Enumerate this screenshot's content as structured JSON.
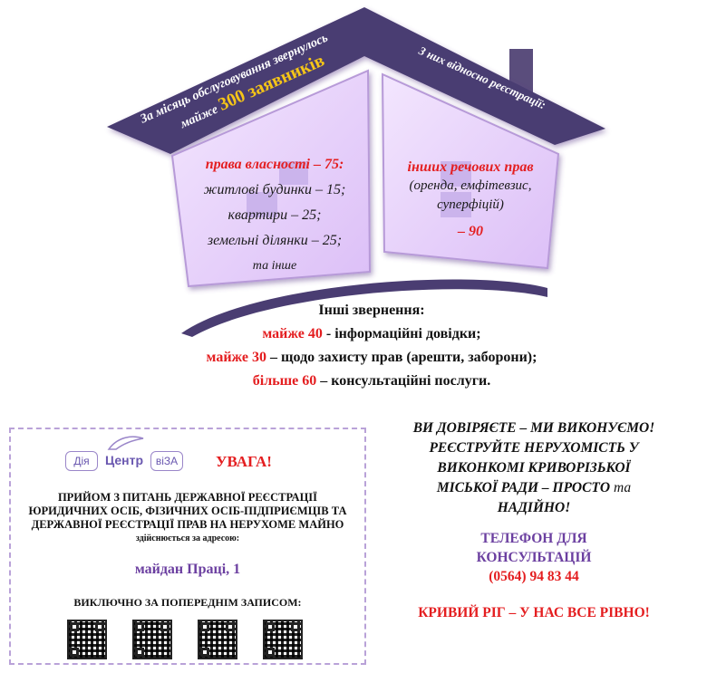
{
  "roof": {
    "left_line1": "За місяць обслуговування звернулось",
    "left_line2_prefix": "майже",
    "left_line2_highlight": "300 заявників",
    "right_text": "З них відносно реєстрації:"
  },
  "left_panel": {
    "heading": "права власності – 75:",
    "items": [
      "житлові будинки – 15;",
      "квартири – 25;",
      "земельні ділянки – 25;",
      "та інше"
    ]
  },
  "right_panel": {
    "heading": "інших речових прав",
    "detail_line1": "(оренда, емфітевзис,",
    "detail_line2": "суперфіцій)",
    "value": "– 90"
  },
  "other_requests": {
    "title": "Інші звернення:",
    "rows": [
      {
        "highlight": "майже 40",
        "text": " - інформаційні довідки;"
      },
      {
        "highlight": "майже 30",
        "text": " – щодо захисту прав (арешти, заборони);"
      },
      {
        "highlight": "більше 60",
        "text": " – консультаційні послуги."
      }
    ]
  },
  "notice": {
    "logo_diia": "Дія",
    "logo_center": "Центр",
    "logo_viza": "віЗА",
    "attention": "УВАГА!",
    "line1": "ПРИЙОМ З ПИТАНЬ ДЕРЖАВНОЇ РЕЄСТРАЦІЇ",
    "line2": "ЮРИДИЧНИХ ОСІБ, ФІЗИЧНИХ ОСІБ-ПІДПРИЄМЦІВ ТА",
    "line3": "ДЕРЖАВНОЇ РЕЄСТРАЦІЇ ПРАВ НА НЕРУХОМЕ МАЙНО",
    "line4": "здійснюється за адресою:",
    "address": "майдан Праці, 1",
    "appointment": "ВИКЛЮЧНО ЗА ПОПЕРЕДНІМ ЗАПИСОМ:"
  },
  "slogan": {
    "line1": "ВИ ДОВІРЯЄТЕ – МИ ВИКОНУЄМО!",
    "line2": "РЕЄСТРУЙТЕ  НЕРУХОМІСТЬ У",
    "line3": "ВИКОНКОМІ КРИВОРІЗЬКОЇ",
    "line4_a": "МІСЬКОЇ РАДИ – ПРОСТО ",
    "line4_b": "та",
    "line5": "НАДІЙНО!"
  },
  "phone": {
    "label1": "ТЕЛЕФОН ДЛЯ",
    "label2": "КОНСУЛЬТАЦІЙ",
    "number": "(0564) 94 83 44"
  },
  "motto": "КРИВИЙ РІГ – У НАС ВСЕ РІВНО!",
  "colors": {
    "roof": "#4a3d72",
    "panel": "#e9d4fb",
    "accent_red": "#e41e20",
    "gold": "#f5c518",
    "purple_text": "#6b3fa0"
  }
}
